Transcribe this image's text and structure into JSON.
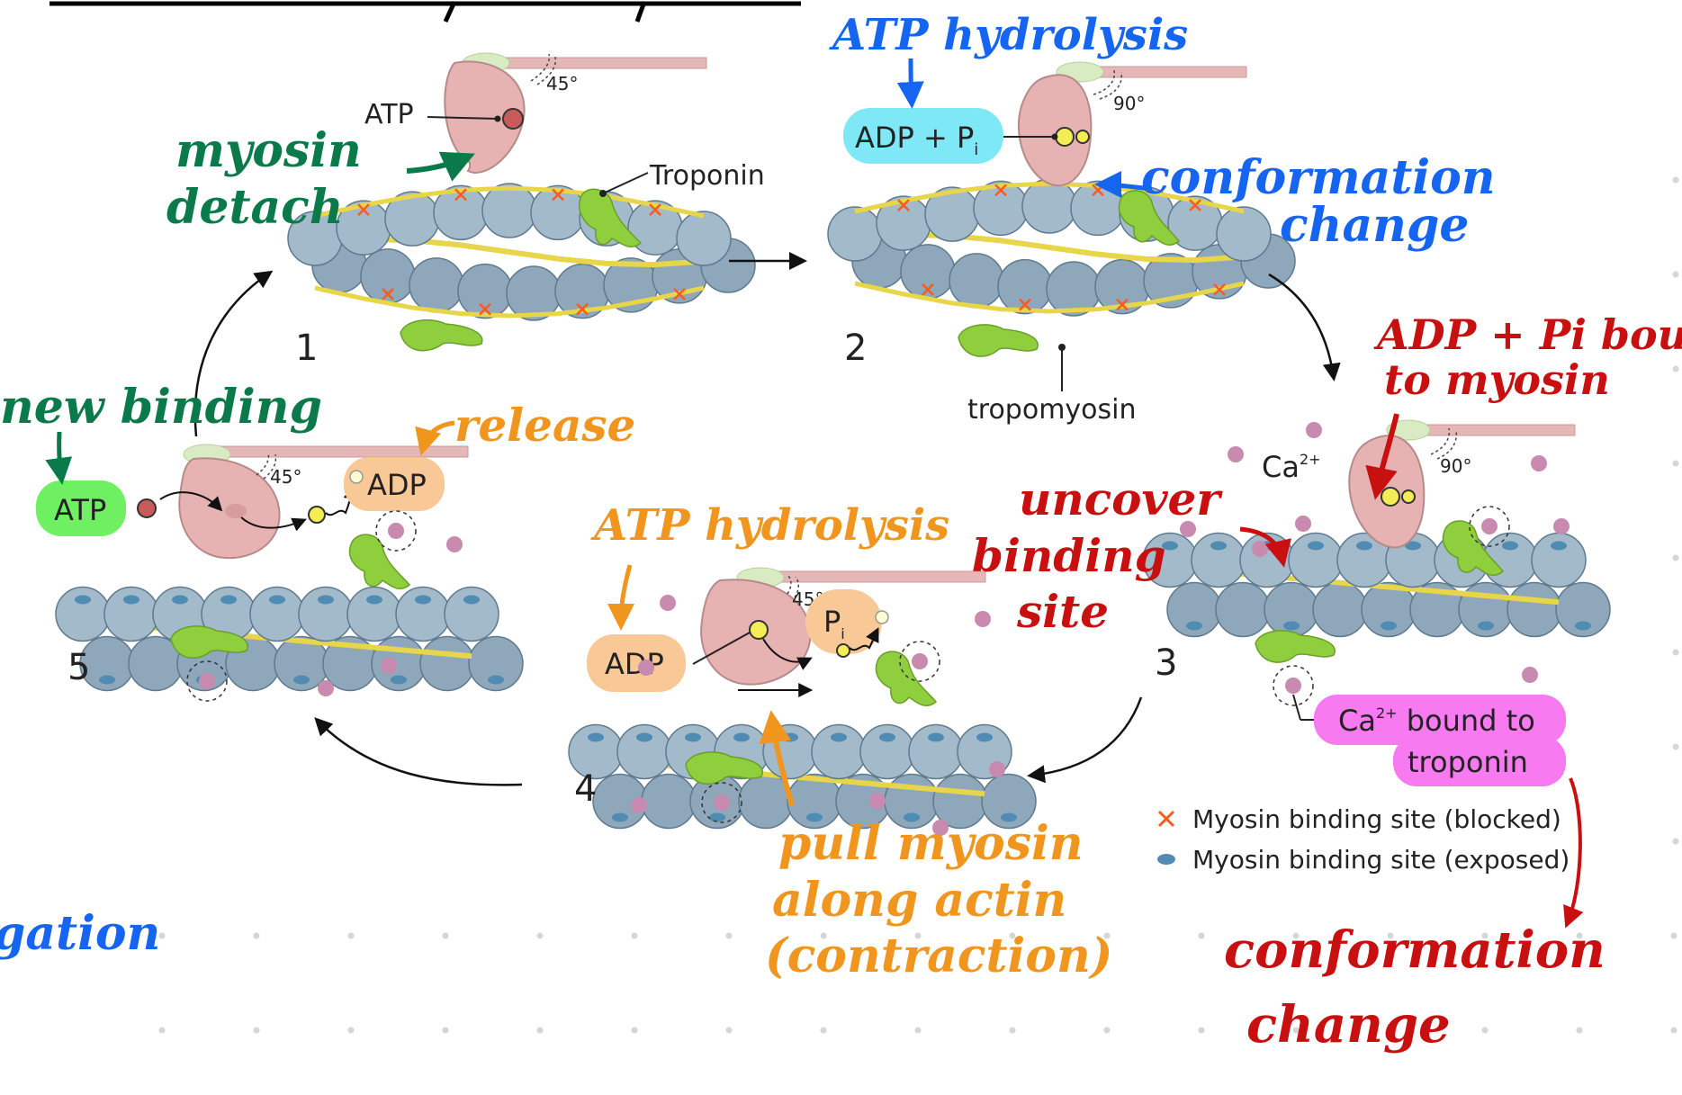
{
  "labels": {
    "atp_1": "ATP",
    "troponin": "Troponin",
    "tropomyosin": "tropomyosin",
    "adp_pi_2": "ADP + P",
    "adp_pi_2_sub": "i",
    "ca": "Ca",
    "ca_sup": "2+",
    "ca_bound_line1": "Ca",
    "ca_bound_sup": "2+",
    "ca_bound_line1_rest": " bound to",
    "ca_bound_line2": "troponin",
    "adp_4": "ADP",
    "pi_4": "P",
    "pi_4_sub": "i",
    "atp_5": "ATP",
    "adp_5": "ADP",
    "angle_1": "45°",
    "angle_2": "90°",
    "angle_3": "90°",
    "angle_4": "45°",
    "angle_5": "45°"
  },
  "steps": [
    "1",
    "2",
    "3",
    "4",
    "5"
  ],
  "legend": {
    "blocked": "Myosin binding site (blocked)",
    "exposed": "Myosin binding site (exposed)"
  },
  "annotations": {
    "myosin_detach_1": "myosin",
    "myosin_detach_2": "detach",
    "atp_hydrolysis_top": "ATP hydrolysis",
    "conformation_top_1": "conformation",
    "conformation_top_2": "change",
    "adp_pi_bound_1": "ADP + Pi bound",
    "adp_pi_bound_2": "to myosin",
    "new_binding": "new binding",
    "release": "release",
    "atp_hydrolysis_mid": "ATP hydrolysis",
    "uncover_1": "uncover",
    "uncover_2": "binding",
    "uncover_3": "site",
    "pull_1": "pull myosin",
    "pull_2": "along actin",
    "pull_3": "(contraction)",
    "conformation_bottom_1": "conformation",
    "conformation_bottom_2": "change",
    "left_partial": "gation"
  },
  "colors": {
    "green_ink": "#0b7a4a",
    "blue_ink": "#1565f0",
    "red_ink": "#c81010",
    "orange_ink": "#f0961e",
    "actin": "#9fb7c8",
    "myosin": "#e6b2b2",
    "troponin": "#8fce3c",
    "tropomyosin": "#e7d54a",
    "calcium": "#c98ab0",
    "cyan_box": "#7fe8f6",
    "pink_box": "#f77af0",
    "green_box": "#6ef062",
    "orange_box": "#f8c996"
  }
}
